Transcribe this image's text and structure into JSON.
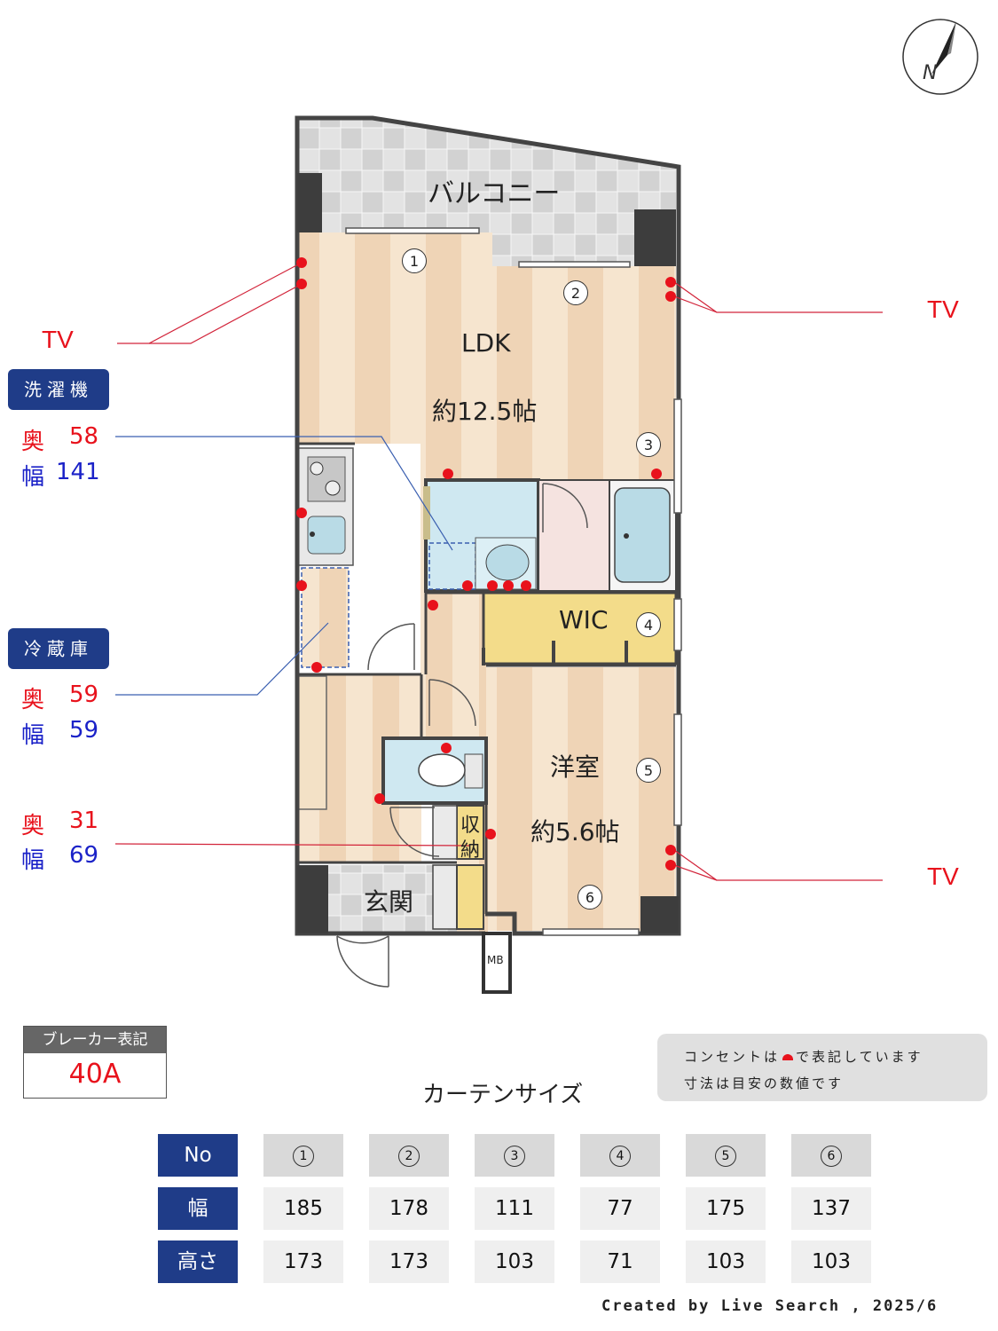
{
  "compass": {
    "label": "N"
  },
  "rooms": {
    "balcony": "バルコニー",
    "ldk": "LDK",
    "ldk_size": "約12.5帖",
    "wic": "WIC",
    "western": "洋室",
    "western_size": "約5.6帖",
    "storage_top": "収",
    "storage_bottom": "納",
    "entrance": "玄関",
    "mb": "MB"
  },
  "window_numbers": [
    "①",
    "②",
    "③",
    "④",
    "⑤",
    "⑥"
  ],
  "tv_label": "TV",
  "appliances": {
    "washer": {
      "label": "洗濯機",
      "depth_label": "奥",
      "depth": "58",
      "width_label": "幅",
      "width": "141"
    },
    "fridge": {
      "label": "冷蔵庫",
      "depth_label": "奥",
      "depth": "59",
      "width_label": "幅",
      "width": "59"
    },
    "storage": {
      "depth_label": "奥",
      "depth": "31",
      "width_label": "幅",
      "width": "69"
    }
  },
  "breaker": {
    "label": "ブレーカー表記",
    "value": "40A"
  },
  "notes": {
    "line1_pre": "コンセントは",
    "line1_post": "で表記しています",
    "line2": "寸法は目安の数値です"
  },
  "curtain": {
    "title": "カーテンサイズ",
    "row_labels": [
      "No",
      "幅",
      "高さ"
    ],
    "numbers": [
      "1",
      "2",
      "3",
      "4",
      "5",
      "6"
    ],
    "widths": [
      "185",
      "178",
      "111",
      "77",
      "175",
      "137"
    ],
    "heights": [
      "173",
      "173",
      "103",
      "71",
      "103",
      "103"
    ]
  },
  "credit": "Created by Live Search , 2025/6",
  "colors": {
    "accent_blue": "#1f3c88",
    "outlet_red": "#e8121c",
    "floor_light": "#f5e6cf",
    "floor_dark": "#efd6b8",
    "bath_blue": "#cfe8f1",
    "wic_yellow": "#f3dc8a"
  }
}
